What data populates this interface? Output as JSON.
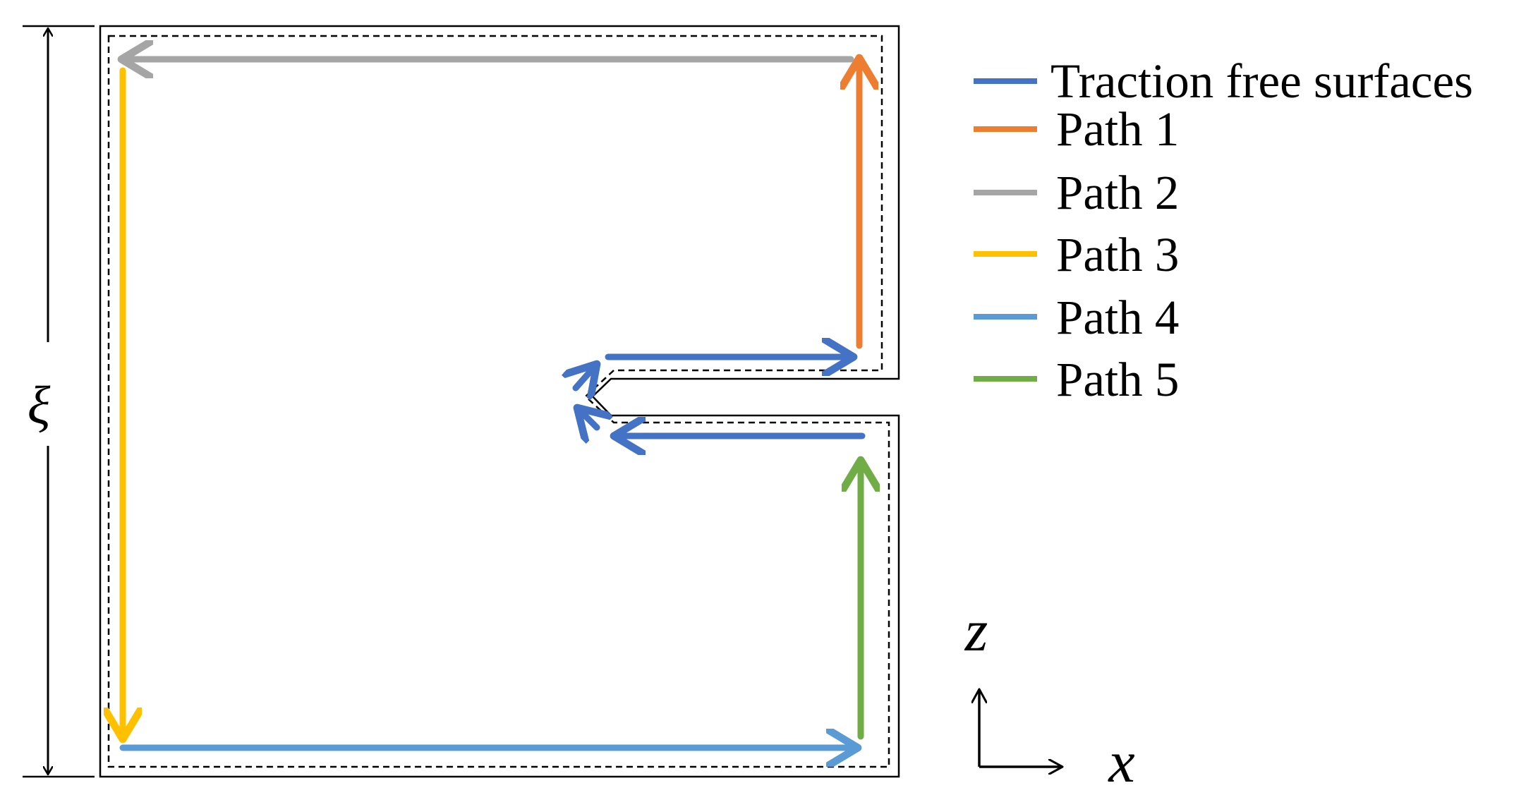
{
  "legend": {
    "items": [
      {
        "label": "Traction free surfaces",
        "color": "#4472C4"
      },
      {
        "label": "Path 1",
        "color": "#ED7D31"
      },
      {
        "label": "Path 2",
        "color": "#A5A5A5"
      },
      {
        "label": "Path 3",
        "color": "#FFC000"
      },
      {
        "label": "Path 4",
        "color": "#5B9BD5"
      },
      {
        "label": "Path 5",
        "color": "#70AD47"
      }
    ]
  },
  "labels": {
    "height": "ξ",
    "axis_z": "z",
    "axis_x": "x"
  },
  "colors": {
    "outline": "#000000",
    "background": "#ffffff"
  }
}
